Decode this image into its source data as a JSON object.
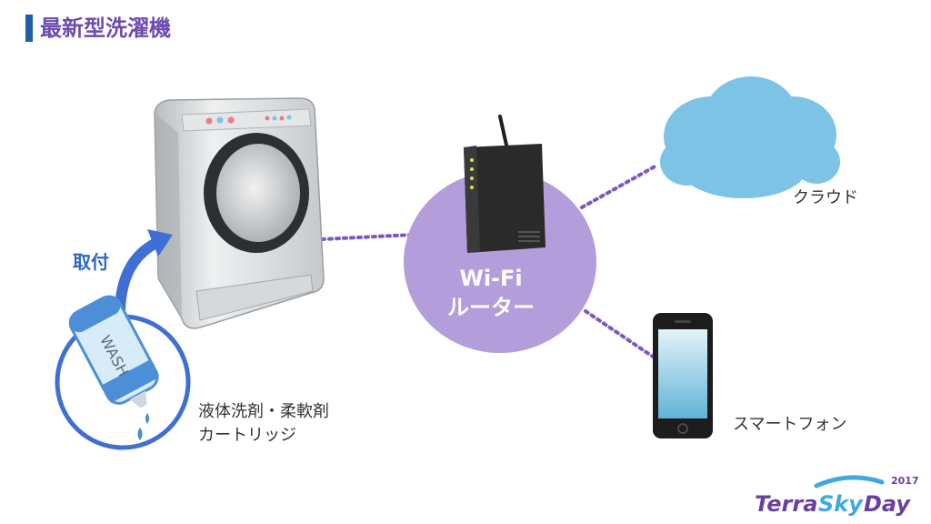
{
  "title": "最新型洗濯機",
  "router": {
    "label_line1": "Wi-Fi",
    "label_line2": "ルーター"
  },
  "attach_label": "取付",
  "cartridge": {
    "label_line1": "液体洗剤・柔軟剤",
    "label_line2": "カートリッジ",
    "bottle_text": "WASH"
  },
  "cloud_label": "クラウド",
  "phone_label": "スマートフォン",
  "logo": {
    "word1": "Terra",
    "word2": "Sky",
    "word3": "Day",
    "year": "2017"
  },
  "colors": {
    "title": "#6e4bb0",
    "title_bar": "#1d5fa8",
    "router_circle": "#b39ddb",
    "dots": "#7e57c2",
    "cloud": "#7cc3e6",
    "arrow": "#3f6fd4"
  }
}
